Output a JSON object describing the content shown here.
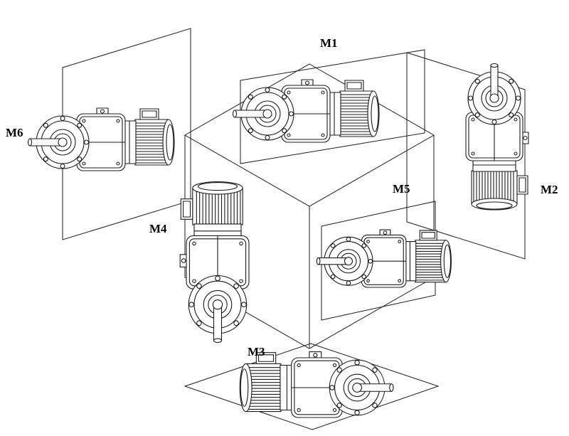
{
  "diagram": {
    "subject": "gearmotor-mounting-positions-diagram",
    "background": "#ffffff",
    "line_color": "#1b1b1b",
    "labels": {
      "m1": "M1",
      "m2": "M2",
      "m3": "M3",
      "m4": "M4",
      "m5": "M5",
      "m6": "M6"
    }
  }
}
